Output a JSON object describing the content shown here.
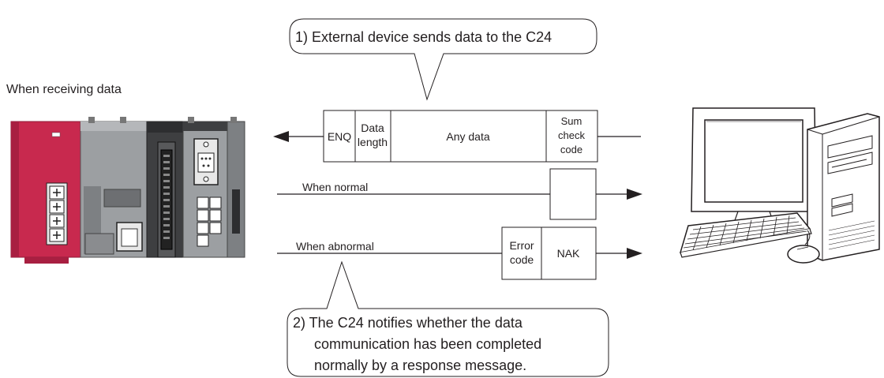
{
  "page": {
    "label": "When receiving data"
  },
  "callouts": {
    "top": "1) External device sends data to the C24",
    "bottom": [
      "2) The C24 notifies whether the data",
      "communication has been completed",
      "normally by a response message."
    ]
  },
  "frame": {
    "enq": "ENQ",
    "data_length": [
      "Data",
      "length"
    ],
    "any_data": "Any data",
    "sum_check_code": [
      "Sum",
      "check",
      "code"
    ]
  },
  "rows": {
    "normal_label": "When normal",
    "abnormal_label": "When abnormal",
    "error_code": [
      "Error",
      "code"
    ],
    "nak": "NAK"
  },
  "devices": {
    "plc": "plc-module-rack-illustration",
    "computer": "desktop-computer-illustration"
  },
  "colors": {
    "power_module": "#c8294e",
    "cpu_module": "#9c9fa2",
    "dark_module": "#3e3f41",
    "line": "#231f20"
  }
}
